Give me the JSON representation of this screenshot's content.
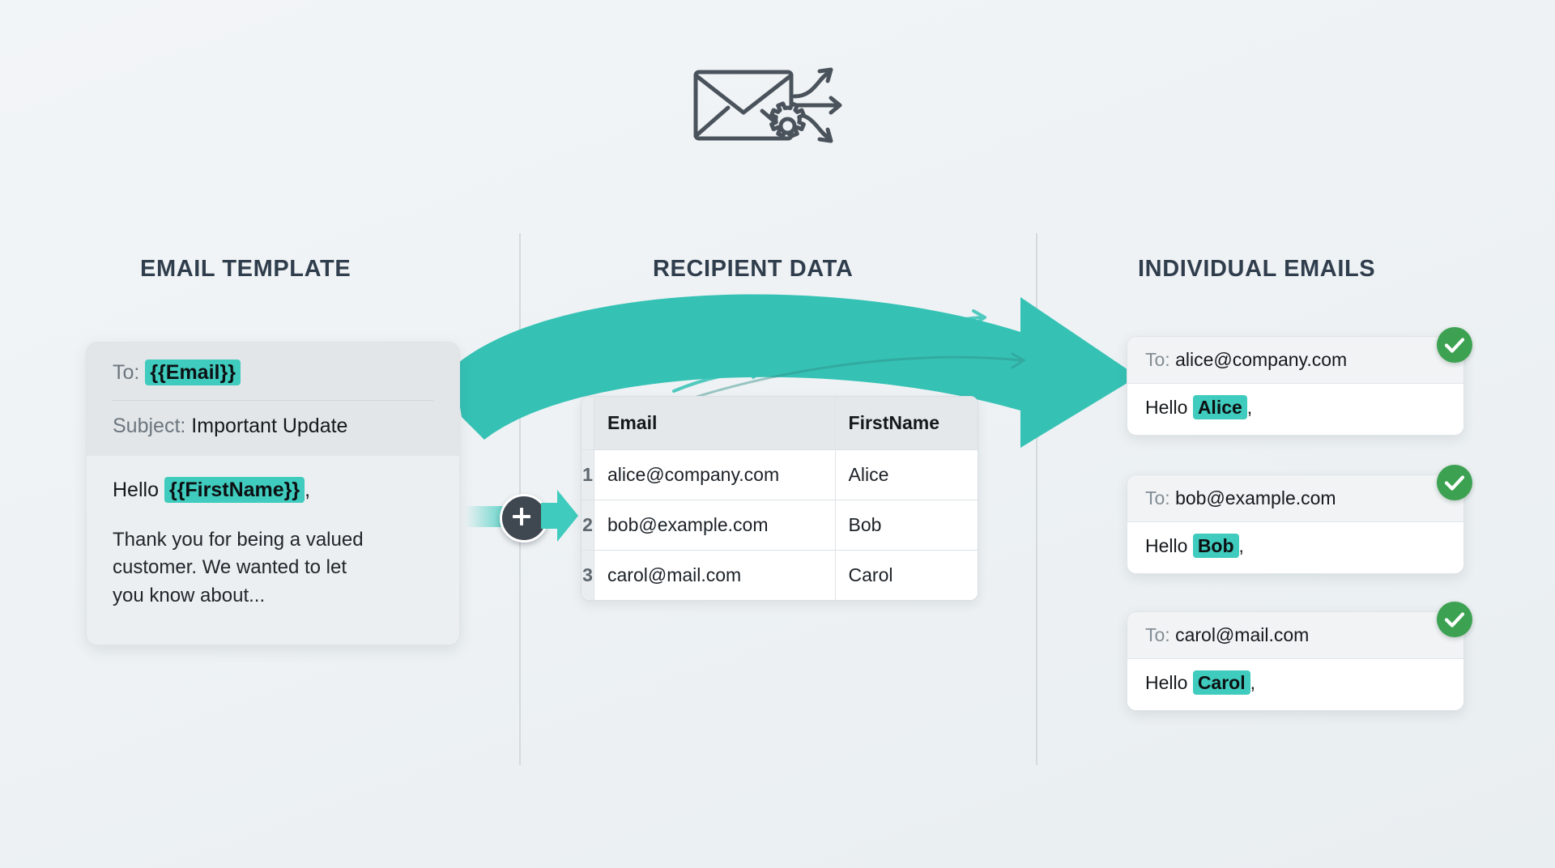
{
  "hero": {
    "icon": "envelope-gear-distribute-icon"
  },
  "columns": {
    "template_title": "EMAIL TEMPLATE",
    "data_title": "RECIPIENT DATA",
    "emails_title": "INDIVIDUAL EMAILS"
  },
  "template_card": {
    "to_label": "To:",
    "to_token": "{{Email}}",
    "subject_label": "Subject:",
    "subject_value": "Important Update",
    "greeting_prefix": "Hello",
    "greeting_token": "{{FirstName}}",
    "greeting_suffix": ",",
    "body_paragraph": "Thank you for being a valued customer. We wanted to let you know about..."
  },
  "merge": {
    "plus_icon": "plus-icon",
    "arrow_icon": "arrow-right-icon"
  },
  "flow": {
    "arrow_icon": "curved-arrow-right-icon"
  },
  "table": {
    "headers": [
      "",
      "Email",
      "FirstName"
    ],
    "rows": [
      {
        "index": "1",
        "email": "alice@company.com",
        "firstname": "Alice"
      },
      {
        "index": "2",
        "email": "bob@example.com",
        "firstname": "Bob"
      },
      {
        "index": "3",
        "email": "carol@mail.com",
        "firstname": "Carol"
      }
    ]
  },
  "emails": [
    {
      "to_label": "To:",
      "to_value": "alice@company.com",
      "greeting_prefix": "Hello",
      "name": "Alice",
      "greeting_suffix": ",",
      "status_icon": "check-circle-icon"
    },
    {
      "to_label": "To:",
      "to_value": "bob@example.com",
      "greeting_prefix": "Hello",
      "name": "Bob",
      "greeting_suffix": ",",
      "status_icon": "check-circle-icon"
    },
    {
      "to_label": "To:",
      "to_value": "carol@mail.com",
      "greeting_prefix": "Hello",
      "name": "Carol",
      "greeting_suffix": ",",
      "status_icon": "check-circle-icon"
    }
  ],
  "colors": {
    "accent_teal": "#3fcbbd",
    "flow_arrow": "#35c2b5",
    "success_green": "#3ca252",
    "heading": "#2f3d4c",
    "background": "#eef2f4",
    "icon_dark": "#4a535c"
  }
}
